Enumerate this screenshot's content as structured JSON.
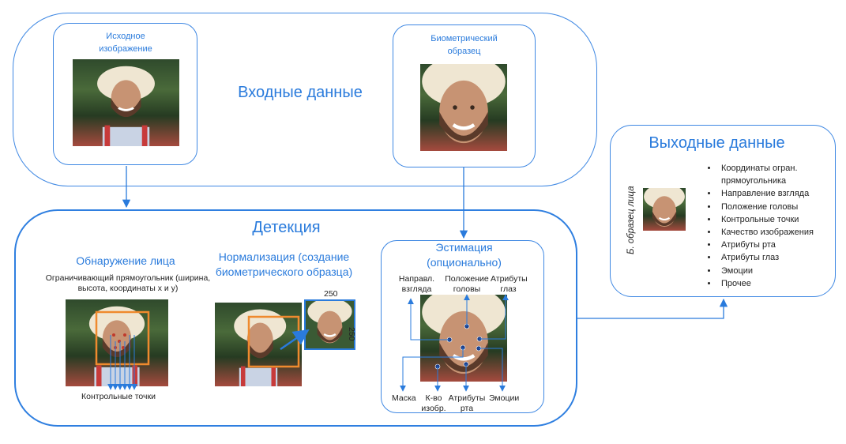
{
  "input_block": {
    "title": "Входные данные",
    "source_image_label": "Исходное изображение",
    "biometric_sample_label": "Биометрический образец"
  },
  "output_block": {
    "title": "Выходные данные",
    "side_label": "Б. образец лица",
    "items": [
      "Координаты огран. прямоугольника",
      "Направление взгляда",
      "Положение головы",
      "Контрольные точки",
      "Качество изображения",
      "Атрибуты рта",
      "Атрибуты глаз",
      "Эмоции",
      "Прочее"
    ]
  },
  "detection_block": {
    "title": "Детекция",
    "face_detection": {
      "title": "Обнаружение лица",
      "bbox_caption": "Ограничивающий прямоугольник (ширина, высота, координаты x и y)",
      "landmarks_caption": "Контрольные точки"
    },
    "normalization": {
      "title": "Нормализация (создание биометрического образца)",
      "width_label": "250",
      "height_label": "250"
    },
    "estimation": {
      "title": "Эстимация (опционально)",
      "labels": {
        "gaze": "Направл. взгляда",
        "head_pose": "Положение головы",
        "eye_attributes": "Атрибуты глаз",
        "mask": "Маска",
        "image_count": "К-во изобр.",
        "mouth_attributes": "Атрибуты рта",
        "emotions": "Эмоции"
      }
    }
  },
  "colors": {
    "accent_blue": "#2a7bdc",
    "border_blue": "#3f88e3",
    "bbox_orange": "#ef8a2e",
    "dark_blue_point": "#1b3f8a"
  }
}
